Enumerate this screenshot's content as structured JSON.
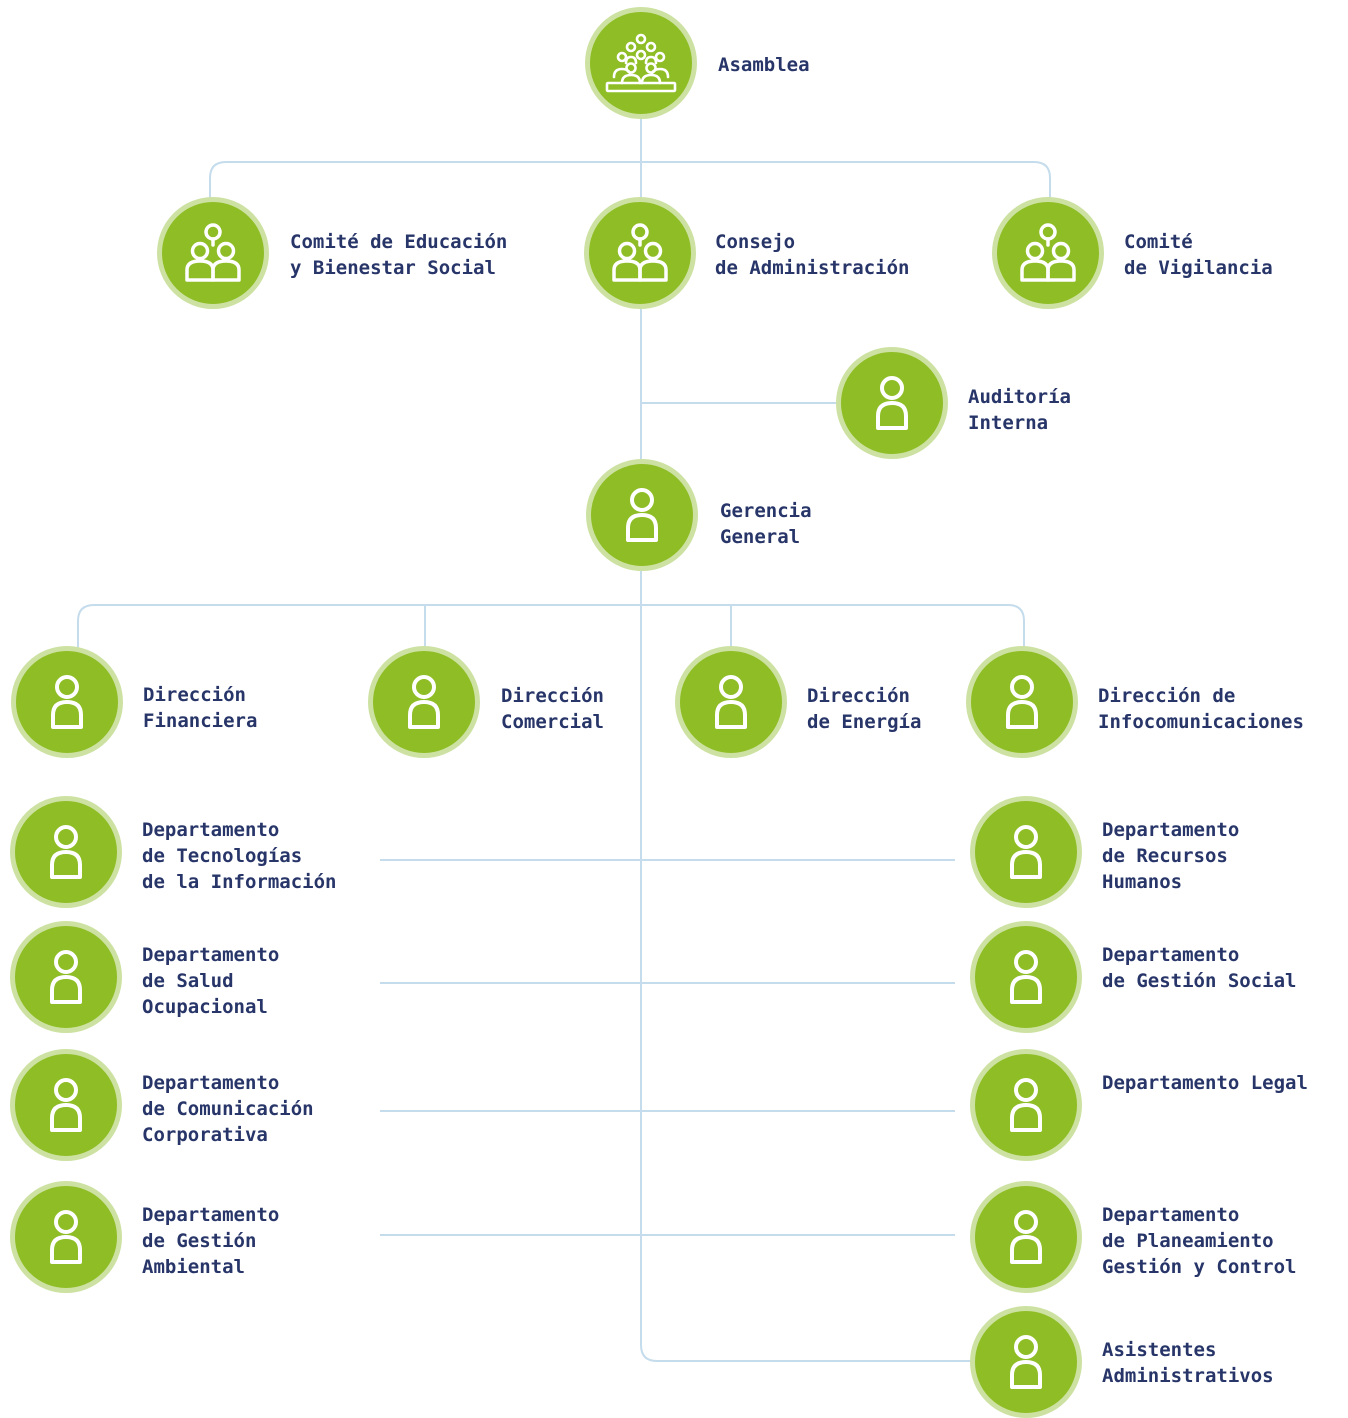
{
  "nodes": [
    {
      "id": "asamblea",
      "icon": "assembly-icon",
      "lines": [
        "Asamblea"
      ]
    },
    {
      "id": "comite-educacion",
      "icon": "group-icon",
      "lines": [
        "Comité de Educación",
        "y Bienestar Social"
      ]
    },
    {
      "id": "consejo",
      "icon": "group-icon",
      "lines": [
        "Consejo",
        "de Administración"
      ]
    },
    {
      "id": "comite-vigilancia",
      "icon": "group-icon",
      "lines": [
        "Comité",
        "de Vigilancia"
      ]
    },
    {
      "id": "auditoria",
      "icon": "person-icon",
      "lines": [
        "Auditoría",
        "Interna"
      ]
    },
    {
      "id": "gerencia",
      "icon": "person-icon",
      "lines": [
        "Gerencia",
        "General"
      ]
    },
    {
      "id": "dir-financiera",
      "icon": "person-icon",
      "lines": [
        "Dirección",
        "Financiera"
      ]
    },
    {
      "id": "dir-comercial",
      "icon": "person-icon",
      "lines": [
        "Dirección",
        "Comercial"
      ]
    },
    {
      "id": "dir-energia",
      "icon": "person-icon",
      "lines": [
        "Dirección",
        "de Energía"
      ]
    },
    {
      "id": "dir-infocom",
      "icon": "person-icon",
      "lines": [
        "Dirección de",
        "Infocomunicaciones"
      ]
    },
    {
      "id": "dep-tecnologias",
      "icon": "person-icon",
      "lines": [
        "Departamento",
        "de Tecnologías",
        "de la Información"
      ]
    },
    {
      "id": "dep-recursos",
      "icon": "person-icon",
      "lines": [
        "Departamento",
        "de Recursos",
        "Humanos"
      ]
    },
    {
      "id": "dep-salud",
      "icon": "person-icon",
      "lines": [
        "Departamento",
        "de Salud",
        "Ocupacional"
      ]
    },
    {
      "id": "dep-gestion-social",
      "icon": "person-icon",
      "lines": [
        "Departamento",
        "de Gestión Social"
      ]
    },
    {
      "id": "dep-comunicacion",
      "icon": "person-icon",
      "lines": [
        "Departamento",
        "de Comunicación",
        "Corporativa"
      ]
    },
    {
      "id": "dep-legal",
      "icon": "person-icon",
      "lines": [
        "Departamento Legal"
      ]
    },
    {
      "id": "dep-ambiental",
      "icon": "person-icon",
      "lines": [
        "Departamento",
        "de Gestión",
        "Ambiental"
      ]
    },
    {
      "id": "dep-planeamiento",
      "icon": "person-icon",
      "lines": [
        "Departamento",
        "de Planeamiento",
        "Gestión y Control"
      ]
    },
    {
      "id": "asistentes",
      "icon": "person-icon",
      "lines": [
        "Asistentes",
        "Administrativos"
      ]
    }
  ],
  "edges": [
    [
      "asamblea",
      "consejo"
    ],
    [
      "asamblea",
      "comite-educacion"
    ],
    [
      "asamblea",
      "comite-vigilancia"
    ],
    [
      "consejo",
      "gerencia"
    ],
    [
      "consejo",
      "auditoria"
    ],
    [
      "gerencia",
      "dir-financiera"
    ],
    [
      "gerencia",
      "dir-comercial"
    ],
    [
      "gerencia",
      "dir-energia"
    ],
    [
      "gerencia",
      "dir-infocom"
    ],
    [
      "gerencia",
      "dep-tecnologias"
    ],
    [
      "gerencia",
      "dep-recursos"
    ],
    [
      "gerencia",
      "dep-salud"
    ],
    [
      "gerencia",
      "dep-gestion-social"
    ],
    [
      "gerencia",
      "dep-comunicacion"
    ],
    [
      "gerencia",
      "dep-legal"
    ],
    [
      "gerencia",
      "dep-ambiental"
    ],
    [
      "gerencia",
      "dep-planeamiento"
    ],
    [
      "gerencia",
      "asistentes"
    ]
  ],
  "colors": {
    "node_fill": "#8ebd25",
    "node_ring": "#cde2a2",
    "icon_stroke": "#ffffff",
    "label_text": "#273569",
    "connector": "#c5dcec"
  }
}
